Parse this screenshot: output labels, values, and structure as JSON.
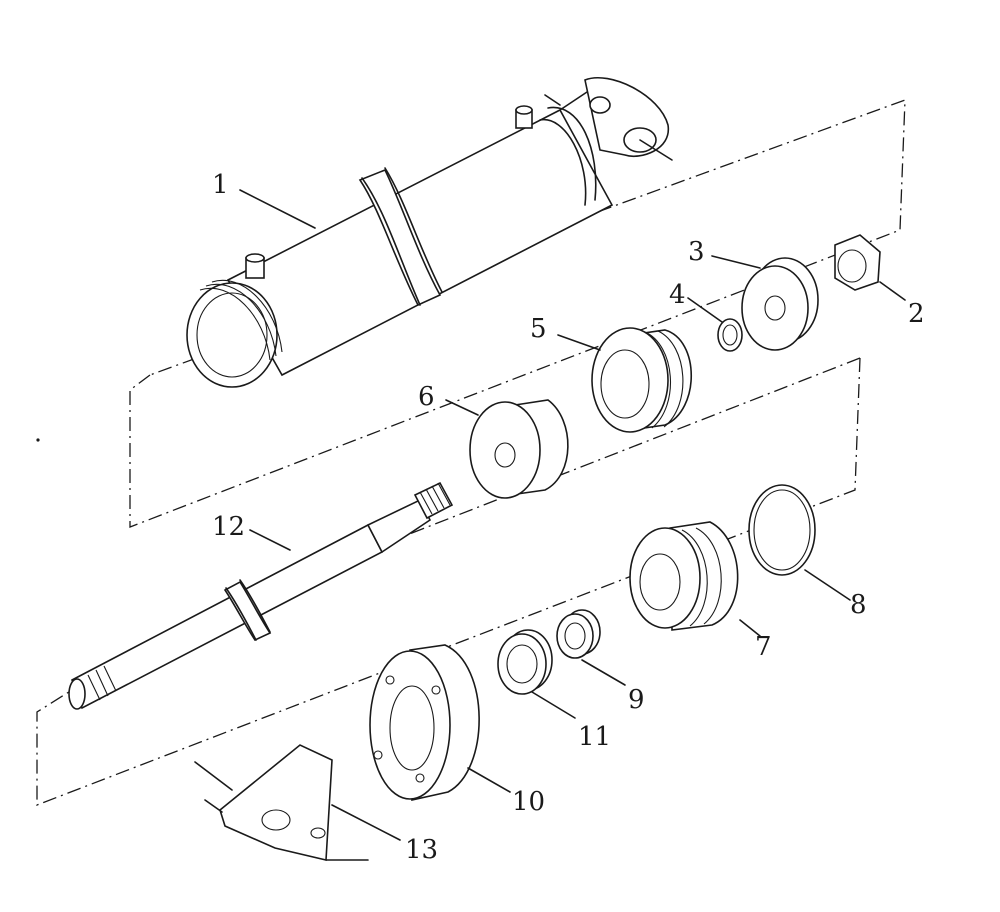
{
  "callouts": [
    {
      "id": "1",
      "text": "1"
    },
    {
      "id": "2",
      "text": "2"
    },
    {
      "id": "3",
      "text": "3"
    },
    {
      "id": "4",
      "text": "4"
    },
    {
      "id": "5",
      "text": "5"
    },
    {
      "id": "6",
      "text": "6"
    },
    {
      "id": "7",
      "text": "7"
    },
    {
      "id": "8",
      "text": "8"
    },
    {
      "id": "9",
      "text": "9"
    },
    {
      "id": "10",
      "text": "10"
    },
    {
      "id": "11",
      "text": "11"
    },
    {
      "id": "12",
      "text": "12"
    },
    {
      "id": "13",
      "text": "13"
    }
  ],
  "colors": {
    "ink": "#1a1a1a",
    "paper": "#ffffff"
  }
}
